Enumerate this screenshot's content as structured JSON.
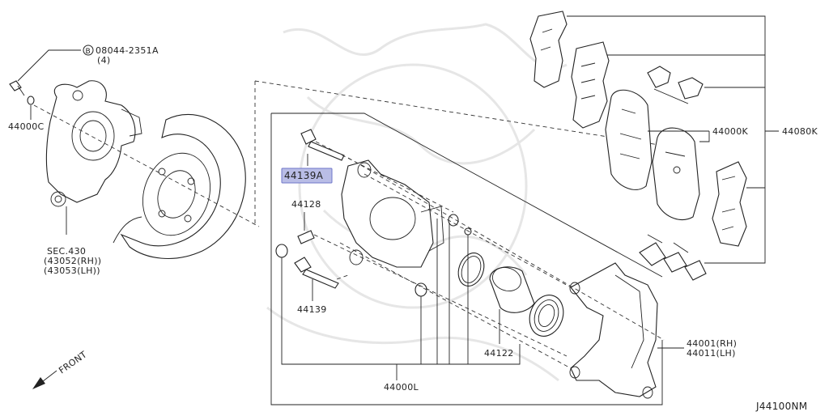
{
  "diagram_code": "J44100NM",
  "front_label": "FRONT",
  "highlight_color": "#b9bde6",
  "labels": {
    "bolt": "08044-2351A",
    "bolt_qty": "(4)",
    "bolt_marker": "B",
    "washer": "44000C",
    "knuckle_sec": "SEC.430",
    "knuckle_rh": "(43052(RH))",
    "knuckle_lh": "(43053(LH))",
    "pin_highlighted": "44139A",
    "bushing": "44128",
    "pin": "44139",
    "piston": "44122",
    "caliper_assy": "44000L",
    "pad_set": "44000K",
    "pad_kit": "44080K",
    "bracket_rh": "44001(RH)",
    "bracket_lh": "44011(LH)"
  }
}
